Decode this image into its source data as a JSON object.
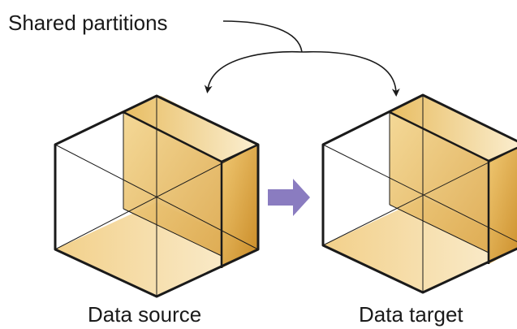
{
  "labels": {
    "shared": "Shared partitions",
    "source": "Data source",
    "target": "Data target"
  },
  "colors": {
    "outline": "#1a1a1a",
    "face_light": "#fbf0d4",
    "face_mid": "#ecc878",
    "face_dark": "#d9a23e",
    "arrow": "#8a7cc0"
  }
}
